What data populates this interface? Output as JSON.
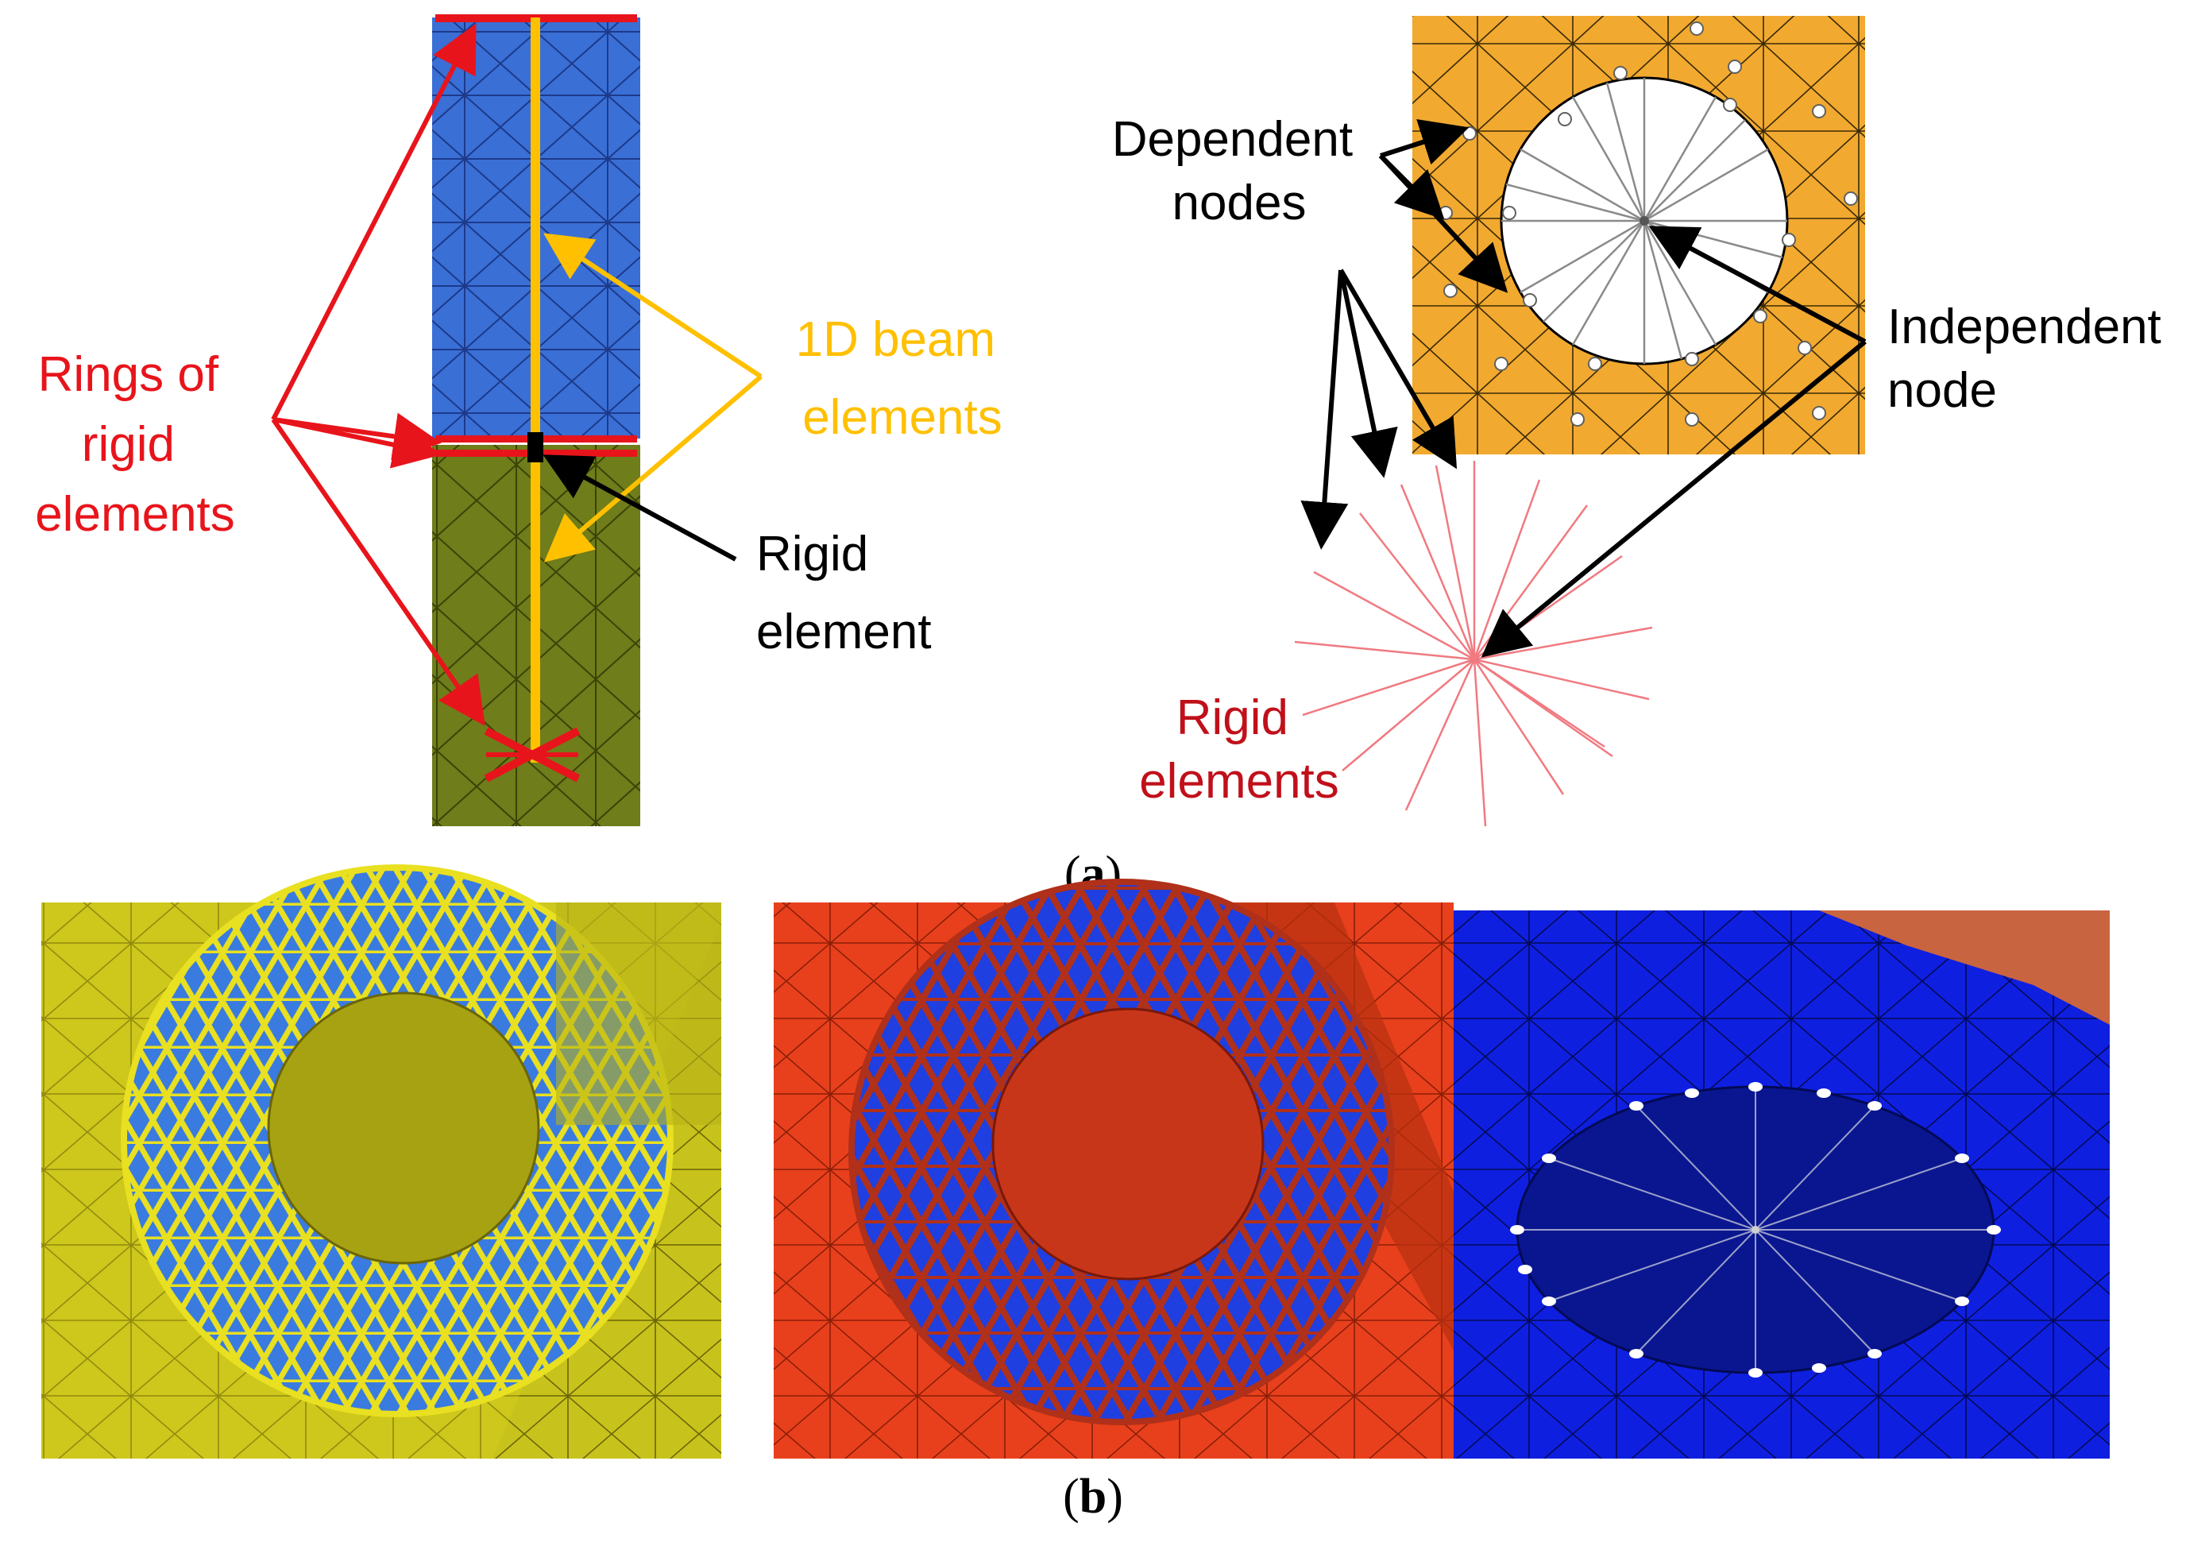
{
  "panel_a": {
    "caption_open": "(",
    "caption_letter": "a",
    "caption_close": ")",
    "left": {
      "rings_label": [
        "Rings of",
        "rigid",
        "elements"
      ],
      "beam_label": [
        "1D beam",
        "elements"
      ],
      "rigid_label": [
        "Rigid",
        "element"
      ]
    },
    "right": {
      "dependent_label": [
        "Dependent",
        "nodes"
      ],
      "independent_label": [
        "Independent",
        "node"
      ],
      "rigid_elements_label": [
        "Rigid",
        "elements"
      ]
    }
  },
  "panel_b": {
    "caption_open": "(",
    "caption_letter": "b",
    "caption_close": ")"
  },
  "colors": {
    "red": "#e8141b",
    "dark_red": "#c0101a",
    "orange_label": "#ffc000",
    "beam_yellow": "#ffc000",
    "blue_mesh": "#3a6fd6",
    "olive_mesh": "#6f7d1a",
    "orange_plate": "#f2a930",
    "yellow_part": "#c8c21c",
    "red_part": "#e8401c",
    "blue_part": "#0f1fe0",
    "pink_lines": "#f07a80",
    "black": "#000000"
  }
}
